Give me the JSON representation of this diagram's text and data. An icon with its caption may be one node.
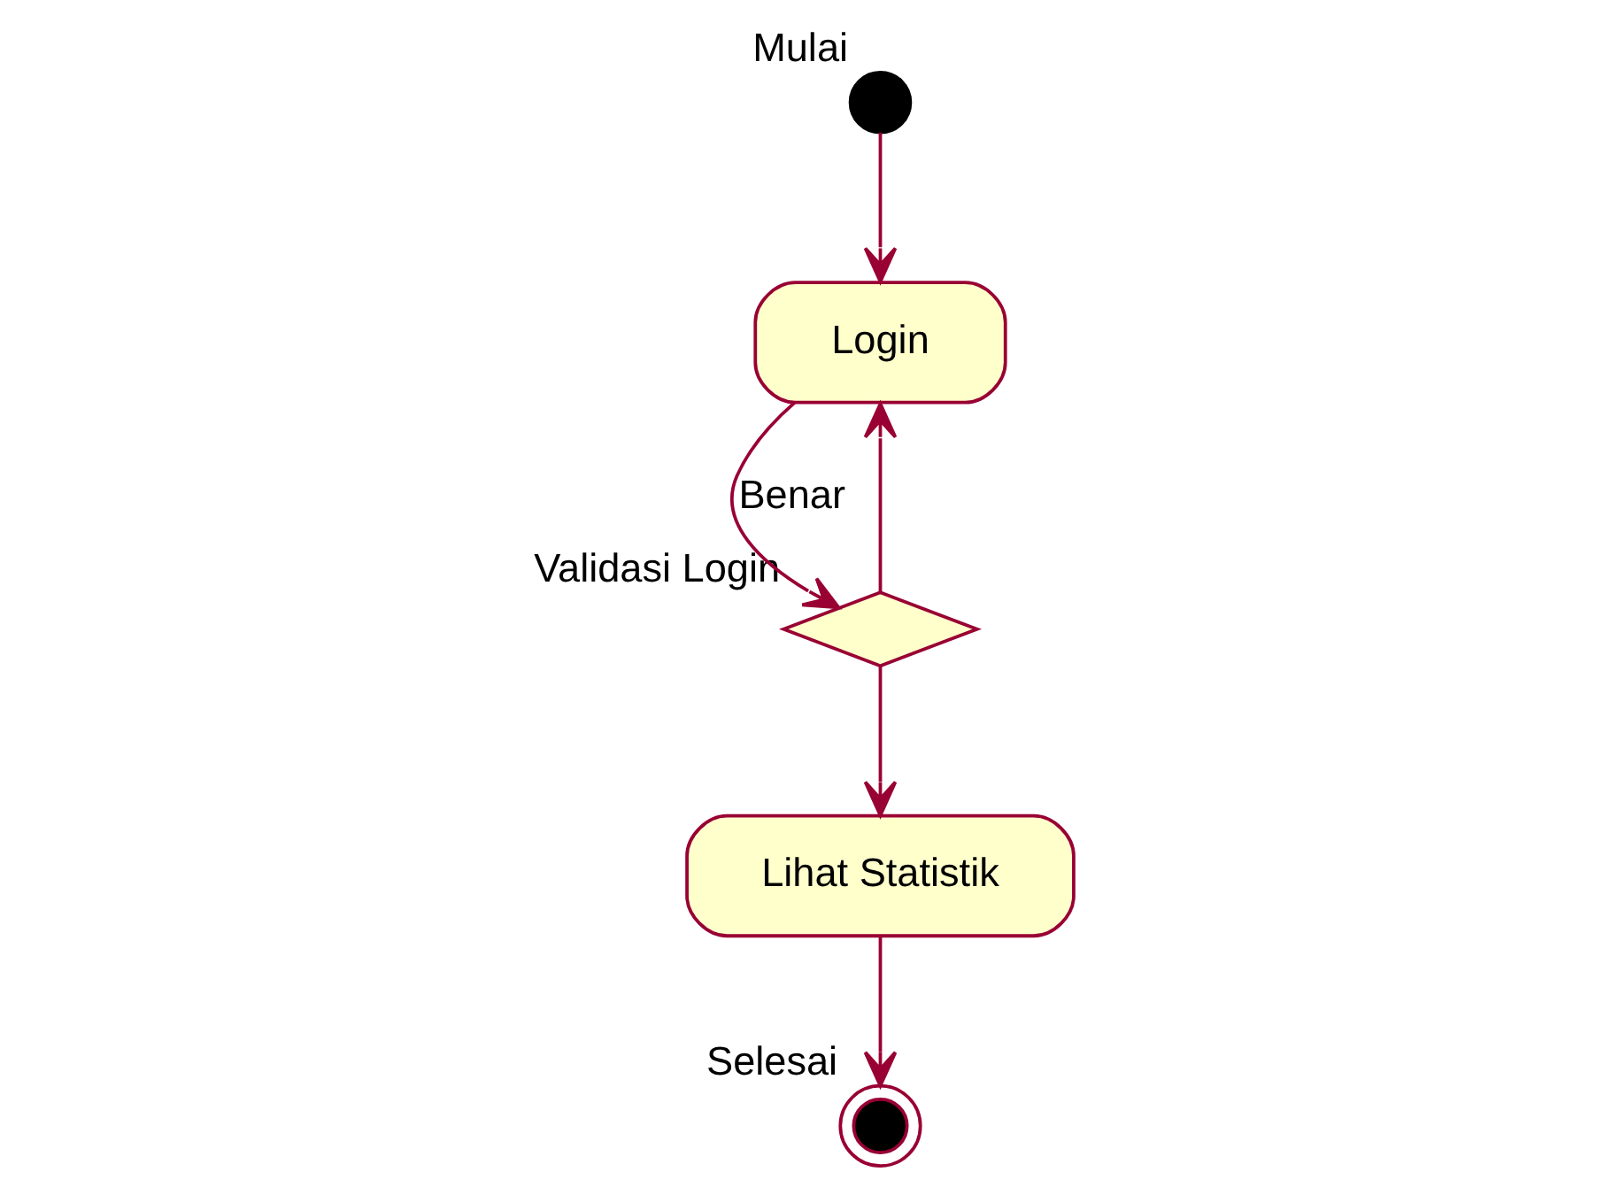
{
  "diagram": {
    "nodes": [
      {
        "text": [],
        "shape": "circle",
        "beside": [
          "Mulai"
        ]
      },
      {
        "text": [
          "Login"
        ]
      },
      {
        "text": [],
        "shape": "diamond",
        "beside": [
          "Validasi Login"
        ]
      },
      {
        "text": [
          "Lihat Statistik"
        ]
      },
      {
        "text": [],
        "shape": "endcircle",
        "beside": [
          "Selesai"
        ]
      }
    ],
    "edges": [
      {
        "from": 0,
        "to": 1,
        "arrow": "to"
      },
      {
        "from": 1,
        "to": 2,
        "arrow": "to",
        "label": "Benar"
      },
      {
        "from": 2,
        "to": 1,
        "arrow": "to"
      },
      {
        "from": 2,
        "to": 3,
        "arrow": "to"
      },
      {
        "from": 3,
        "to": 4,
        "arrow": "to"
      }
    ]
  }
}
